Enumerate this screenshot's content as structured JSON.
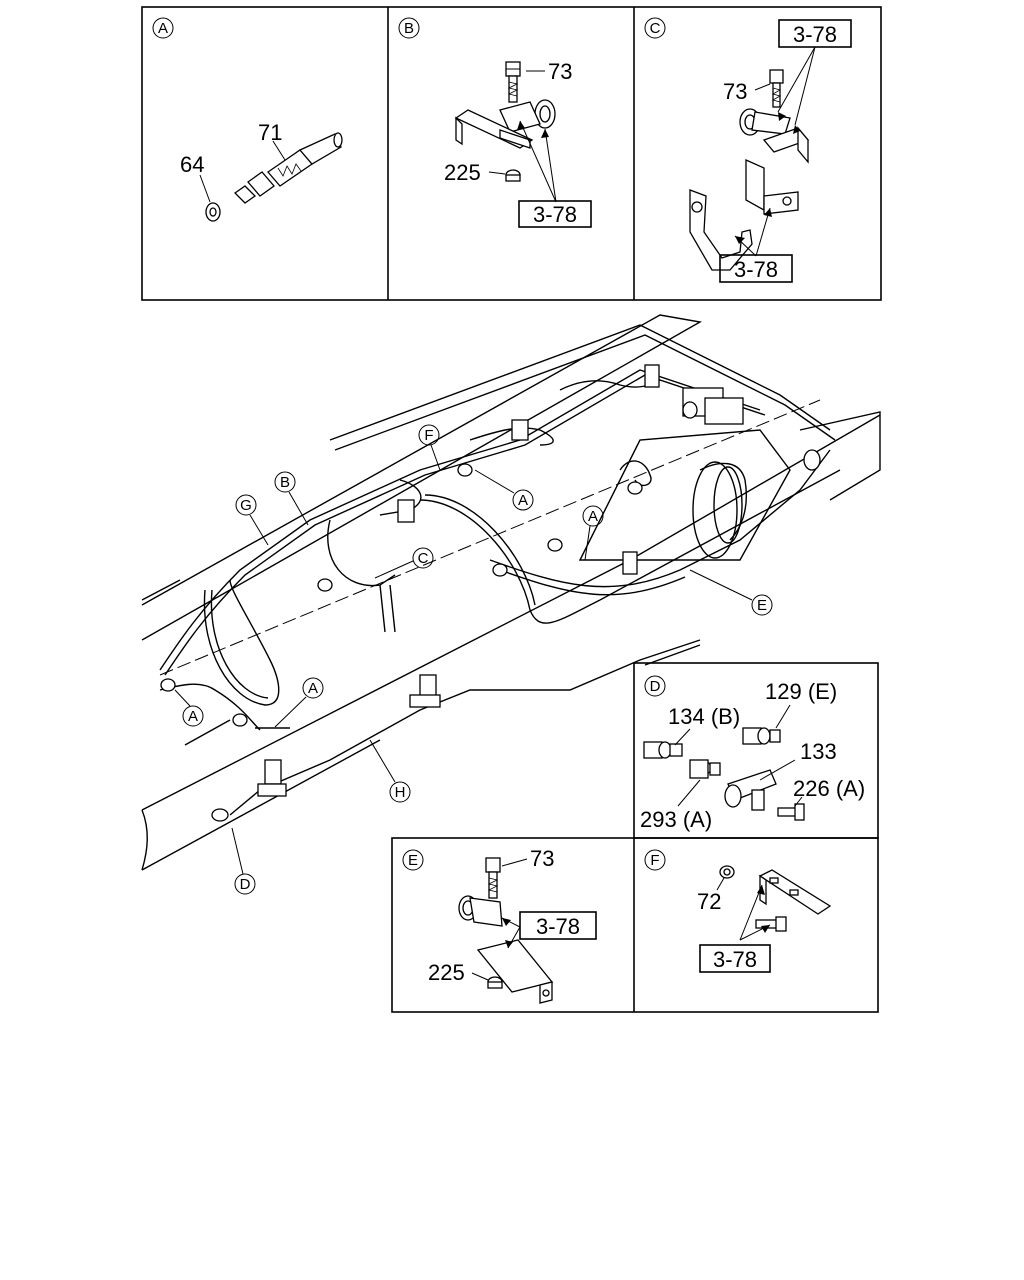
{
  "panels": {
    "A": {
      "letter": "A",
      "labels": {
        "p64": "64",
        "p71": "71"
      }
    },
    "B": {
      "letter": "B",
      "labels": {
        "p73": "73",
        "p225": "225",
        "ref": "3-78"
      }
    },
    "C": {
      "letter": "C",
      "labels": {
        "ref_top": "3-78",
        "p73": "73",
        "ref_bottom": "3-78"
      }
    },
    "D": {
      "letter": "D",
      "labels": {
        "p129": "129 (E)",
        "p134": "134 (B)",
        "p133": "133",
        "p226": "226 (A)",
        "p293": "293 (A)"
      }
    },
    "E": {
      "letter": "E",
      "labels": {
        "p73": "73",
        "ref": "3-78",
        "p225": "225"
      }
    },
    "F": {
      "letter": "F",
      "labels": {
        "p72": "72",
        "ref": "3-78"
      }
    }
  },
  "main": {
    "callouts": {
      "F": "F",
      "A1": "A",
      "G": "G",
      "B": "B",
      "A2": "A",
      "C": "C",
      "E": "E",
      "A3": "A",
      "A4": "A",
      "H": "H",
      "D": "D"
    }
  }
}
